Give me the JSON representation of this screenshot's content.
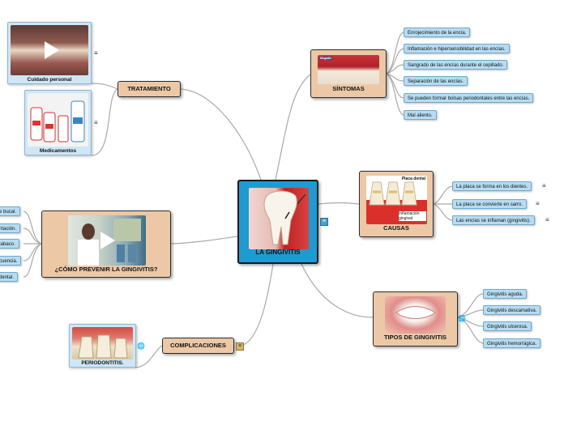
{
  "central": {
    "label": "LA GINGIVITIS"
  },
  "sintomas": {
    "label": "SÍNTOMAS",
    "badge": "Megadiv",
    "leaves": [
      "Enrojecimiento de la encía.",
      "Inflamación e hipersensibilidad en las encías.",
      "Sangrado de las encías durante el cepillado.",
      "Separación de las encías.",
      "Se pueden formar bolsas periodontales entre las encías.",
      "Mal aliento."
    ]
  },
  "causas": {
    "label": "CAUSAS",
    "img_label_top": "Placa dental",
    "img_label_bottom": "Inflamación gingival",
    "leaves": [
      "La placa se forma en los dientes.",
      "La placa se convierte en sarro.",
      "Las encías se inflaman (gingivitis)."
    ]
  },
  "tipos": {
    "label": "TIPOS DE GINGIVITIS",
    "leaves": [
      "Gingivitis aguda.",
      "Gingivitis descamativa.",
      "Gingivitis ulcerosa.",
      "Gingivitis hemorrágica."
    ]
  },
  "tratamiento": {
    "label": "TRATAMIENTO",
    "items": [
      "Cuidado personal",
      "Medicamentos"
    ]
  },
  "prevencion": {
    "label": "¿CÓMO PREVENIR LA GINGIVITIS?",
    "leaves": [
      "e bucal.",
      "ntación.",
      "tabaco.",
      "cuencia.",
      "dental."
    ]
  },
  "complicaciones": {
    "label": "COMPLICACIONES",
    "items": [
      "PERIODONTITIS."
    ]
  },
  "icons": {
    "note": "note-icon",
    "globe": "globe-icon",
    "play": "play-icon"
  },
  "colors": {
    "node_fill": "#ecc8a6",
    "central_fill": "#1f9bd1",
    "leaf_fill": "#b7dcf1",
    "line": "#a9a9a9"
  }
}
